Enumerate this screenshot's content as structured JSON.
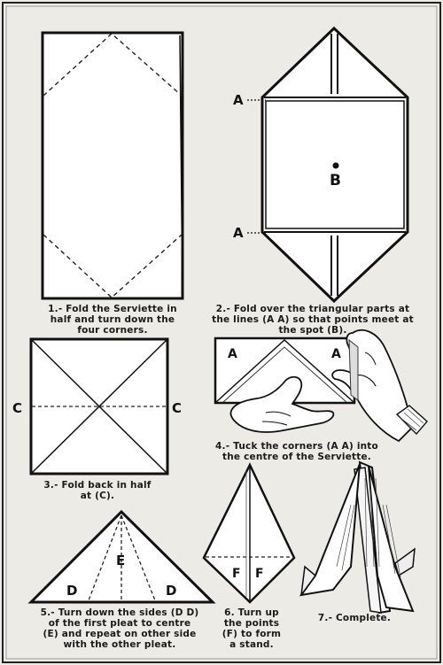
{
  "steps": [
    {
      "caption": "1.- Fold the Serviette in\nhalf and turn down the\nfour corners."
    },
    {
      "caption": "2.- Fold over the triangular parts at\nthe lines (A A) so that points meet at\nthe spot (B)."
    },
    {
      "caption": "3.- Fold back in half\nat (C)."
    },
    {
      "caption": "4.- Tuck the corners (A A) into\nthe centre of the Serviette."
    },
    {
      "caption": "5.- Turn down the sides (D D)\nof the first pleat to centre\n(E) and repeat on other side\nwith the other pleat."
    },
    {
      "caption": "6. Turn up\nthe points\n(F) to form\na stand."
    },
    {
      "caption": "7.- Complete."
    }
  ],
  "labels": {
    "a": "A",
    "b": "B",
    "c": "C",
    "d": "D",
    "e": "E",
    "f": "F"
  },
  "colors": {
    "background": "#ecebe6",
    "ink": "#111111",
    "paper": "#ffffff"
  }
}
